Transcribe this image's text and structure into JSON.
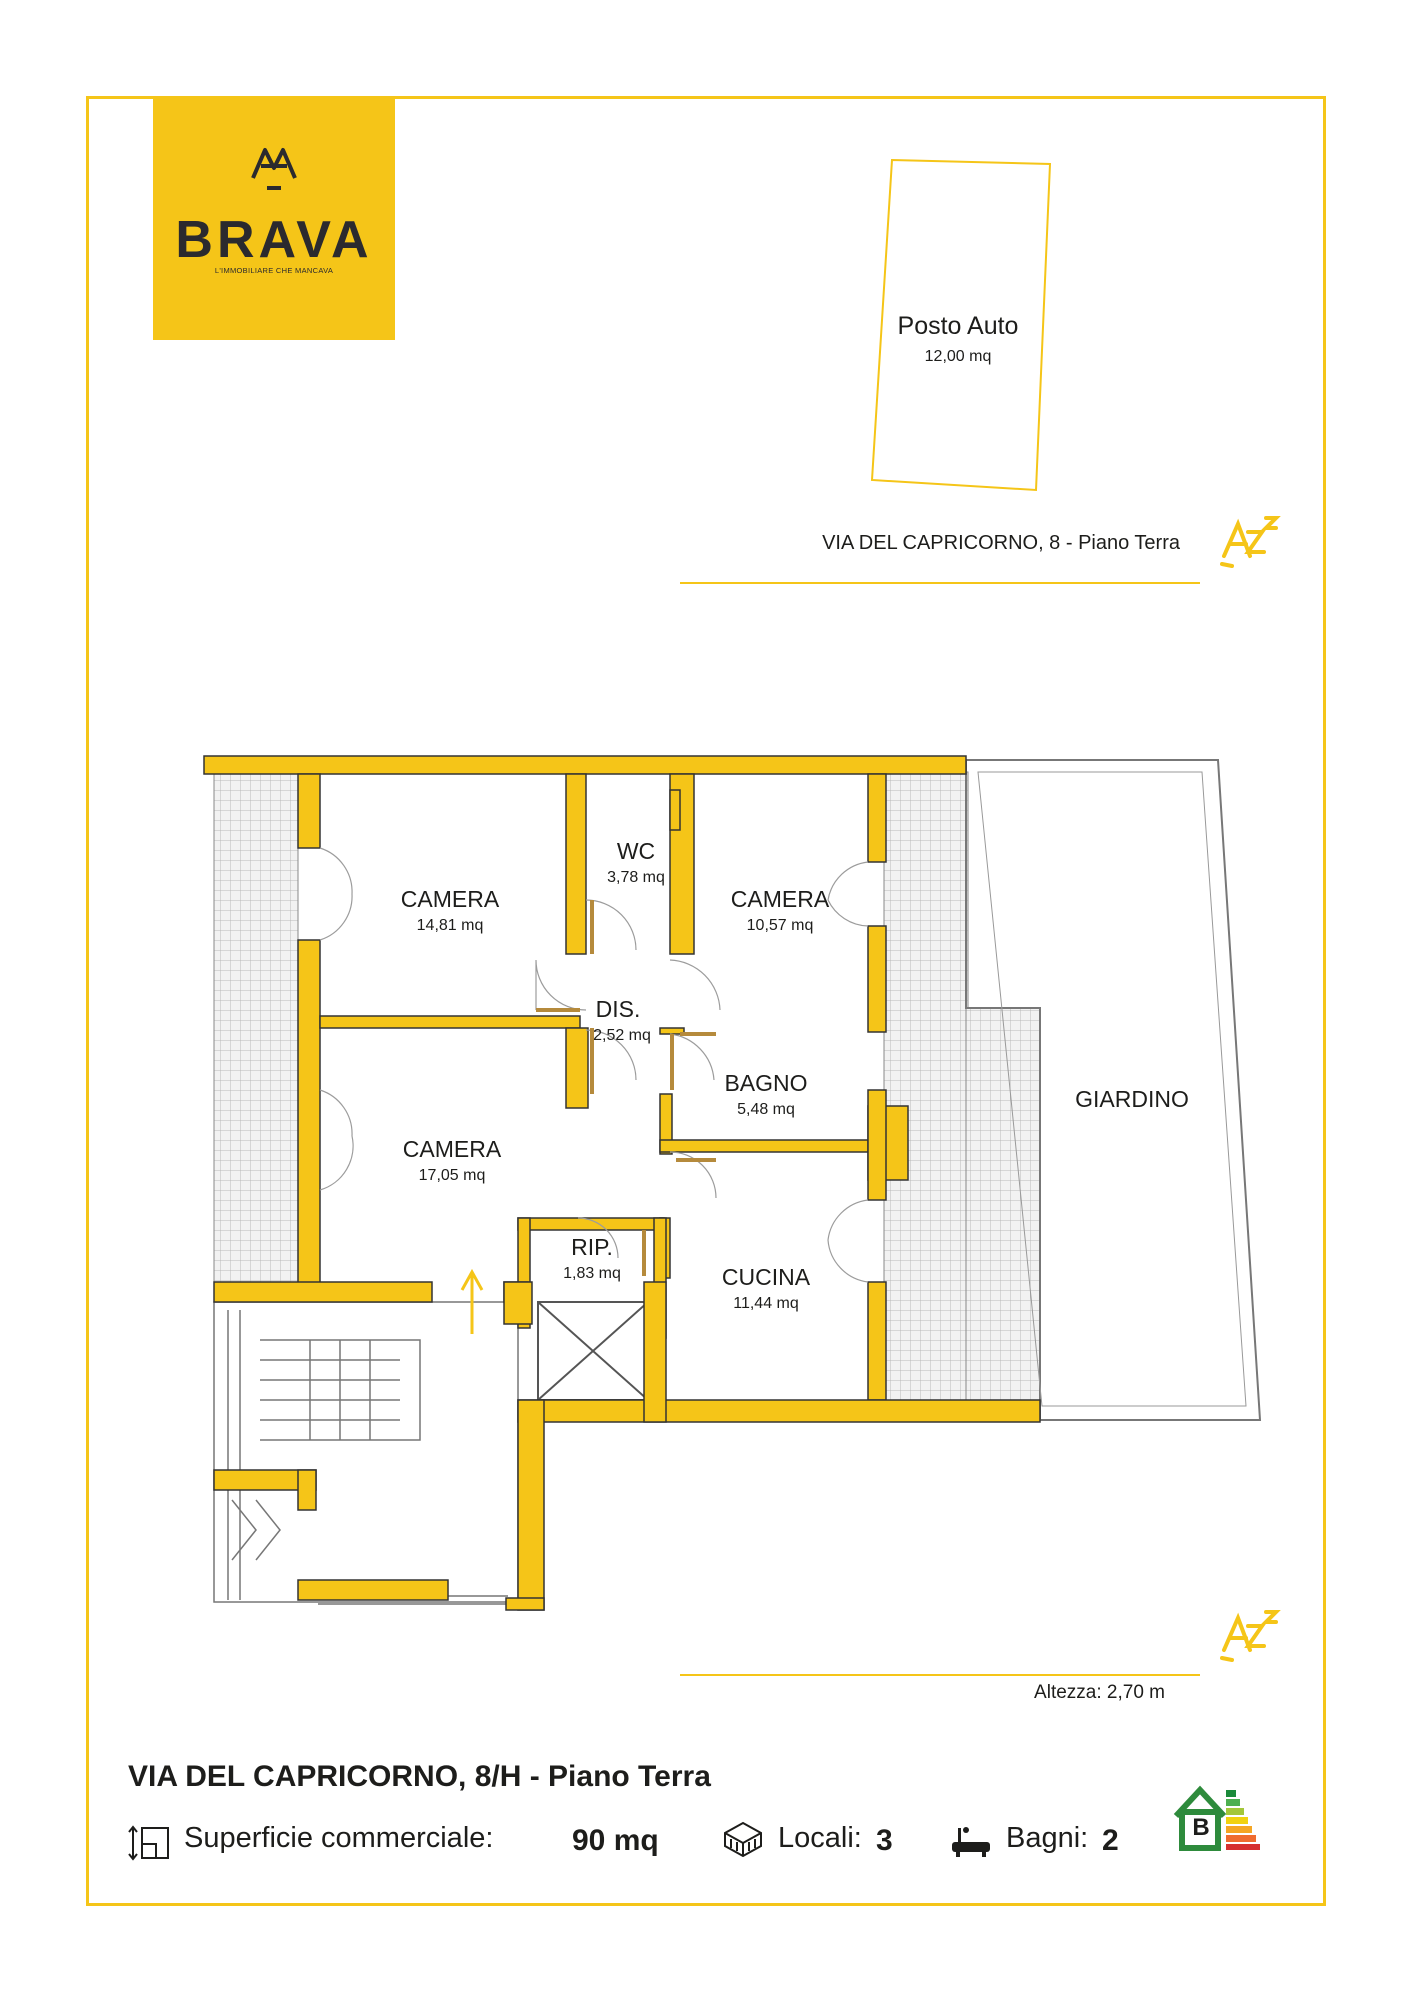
{
  "brand": {
    "name": "BRAVA",
    "tagline": "L'IMMOBILIARE CHE MANCAVA",
    "color": "#f5c518",
    "text_color": "#2b2a2e"
  },
  "parking": {
    "label": "Posto Auto",
    "area": "12,00 mq"
  },
  "address_top": "VIA DEL CAPRICORNO, 8 - Piano Terra",
  "floorplan": {
    "wall_color": "#f5c518",
    "rooms": [
      {
        "name": "CAMERA",
        "area": "14,81 mq"
      },
      {
        "name": "WC",
        "area": "3,78 mq"
      },
      {
        "name": "CAMERA",
        "area": "10,57 mq"
      },
      {
        "name": "DIS.",
        "area": "2,52 mq"
      },
      {
        "name": "BAGNO",
        "area": "5,48 mq"
      },
      {
        "name": "CAMERA",
        "area": "17,05 mq"
      },
      {
        "name": "RIP.",
        "area": "1,83 mq"
      },
      {
        "name": "CUCINA",
        "area": "11,44 mq"
      },
      {
        "name": "GIARDINO",
        "area": ""
      }
    ]
  },
  "height_note": "Altezza: 2,70 m",
  "address_bottom": "VIA DEL CAPRICORNO, 8/H - Piano Terra",
  "stats": {
    "surface_label": "Superficie commerciale:",
    "surface_value": "90 mq",
    "rooms_label": "Locali:",
    "rooms_value": "3",
    "baths_label": "Bagni:",
    "baths_value": "2"
  },
  "energy_class": "B",
  "icons": [
    "logo-crown-icon",
    "compass-az-icon",
    "surface-icon",
    "rooms-cube-icon",
    "bathtub-icon",
    "energy-house-icon"
  ]
}
